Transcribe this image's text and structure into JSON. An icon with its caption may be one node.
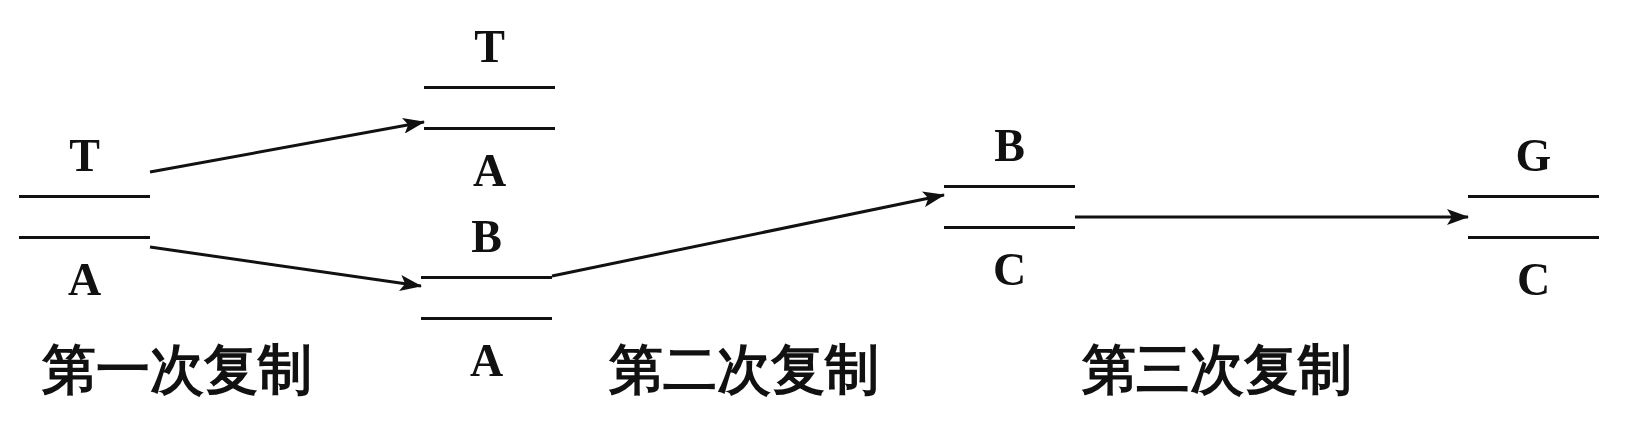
{
  "diagram": {
    "nodes": [
      {
        "text": [
          "T",
          "A"
        ]
      },
      {
        "text": [
          "T",
          "A"
        ]
      },
      {
        "text": [
          "B",
          "A"
        ]
      },
      {
        "text": [
          "B",
          "C"
        ]
      },
      {
        "text": [
          "G",
          "C"
        ]
      }
    ],
    "edges": [
      {
        "from": 0,
        "to": 1,
        "arrow": "to"
      },
      {
        "from": 0,
        "to": 2,
        "arrow": "to"
      },
      {
        "from": 2,
        "to": 3,
        "arrow": "to"
      },
      {
        "from": 3,
        "to": 4,
        "arrow": "to"
      }
    ],
    "labels": [
      "第一次复制",
      "第二次复制",
      "第三次复制"
    ]
  }
}
